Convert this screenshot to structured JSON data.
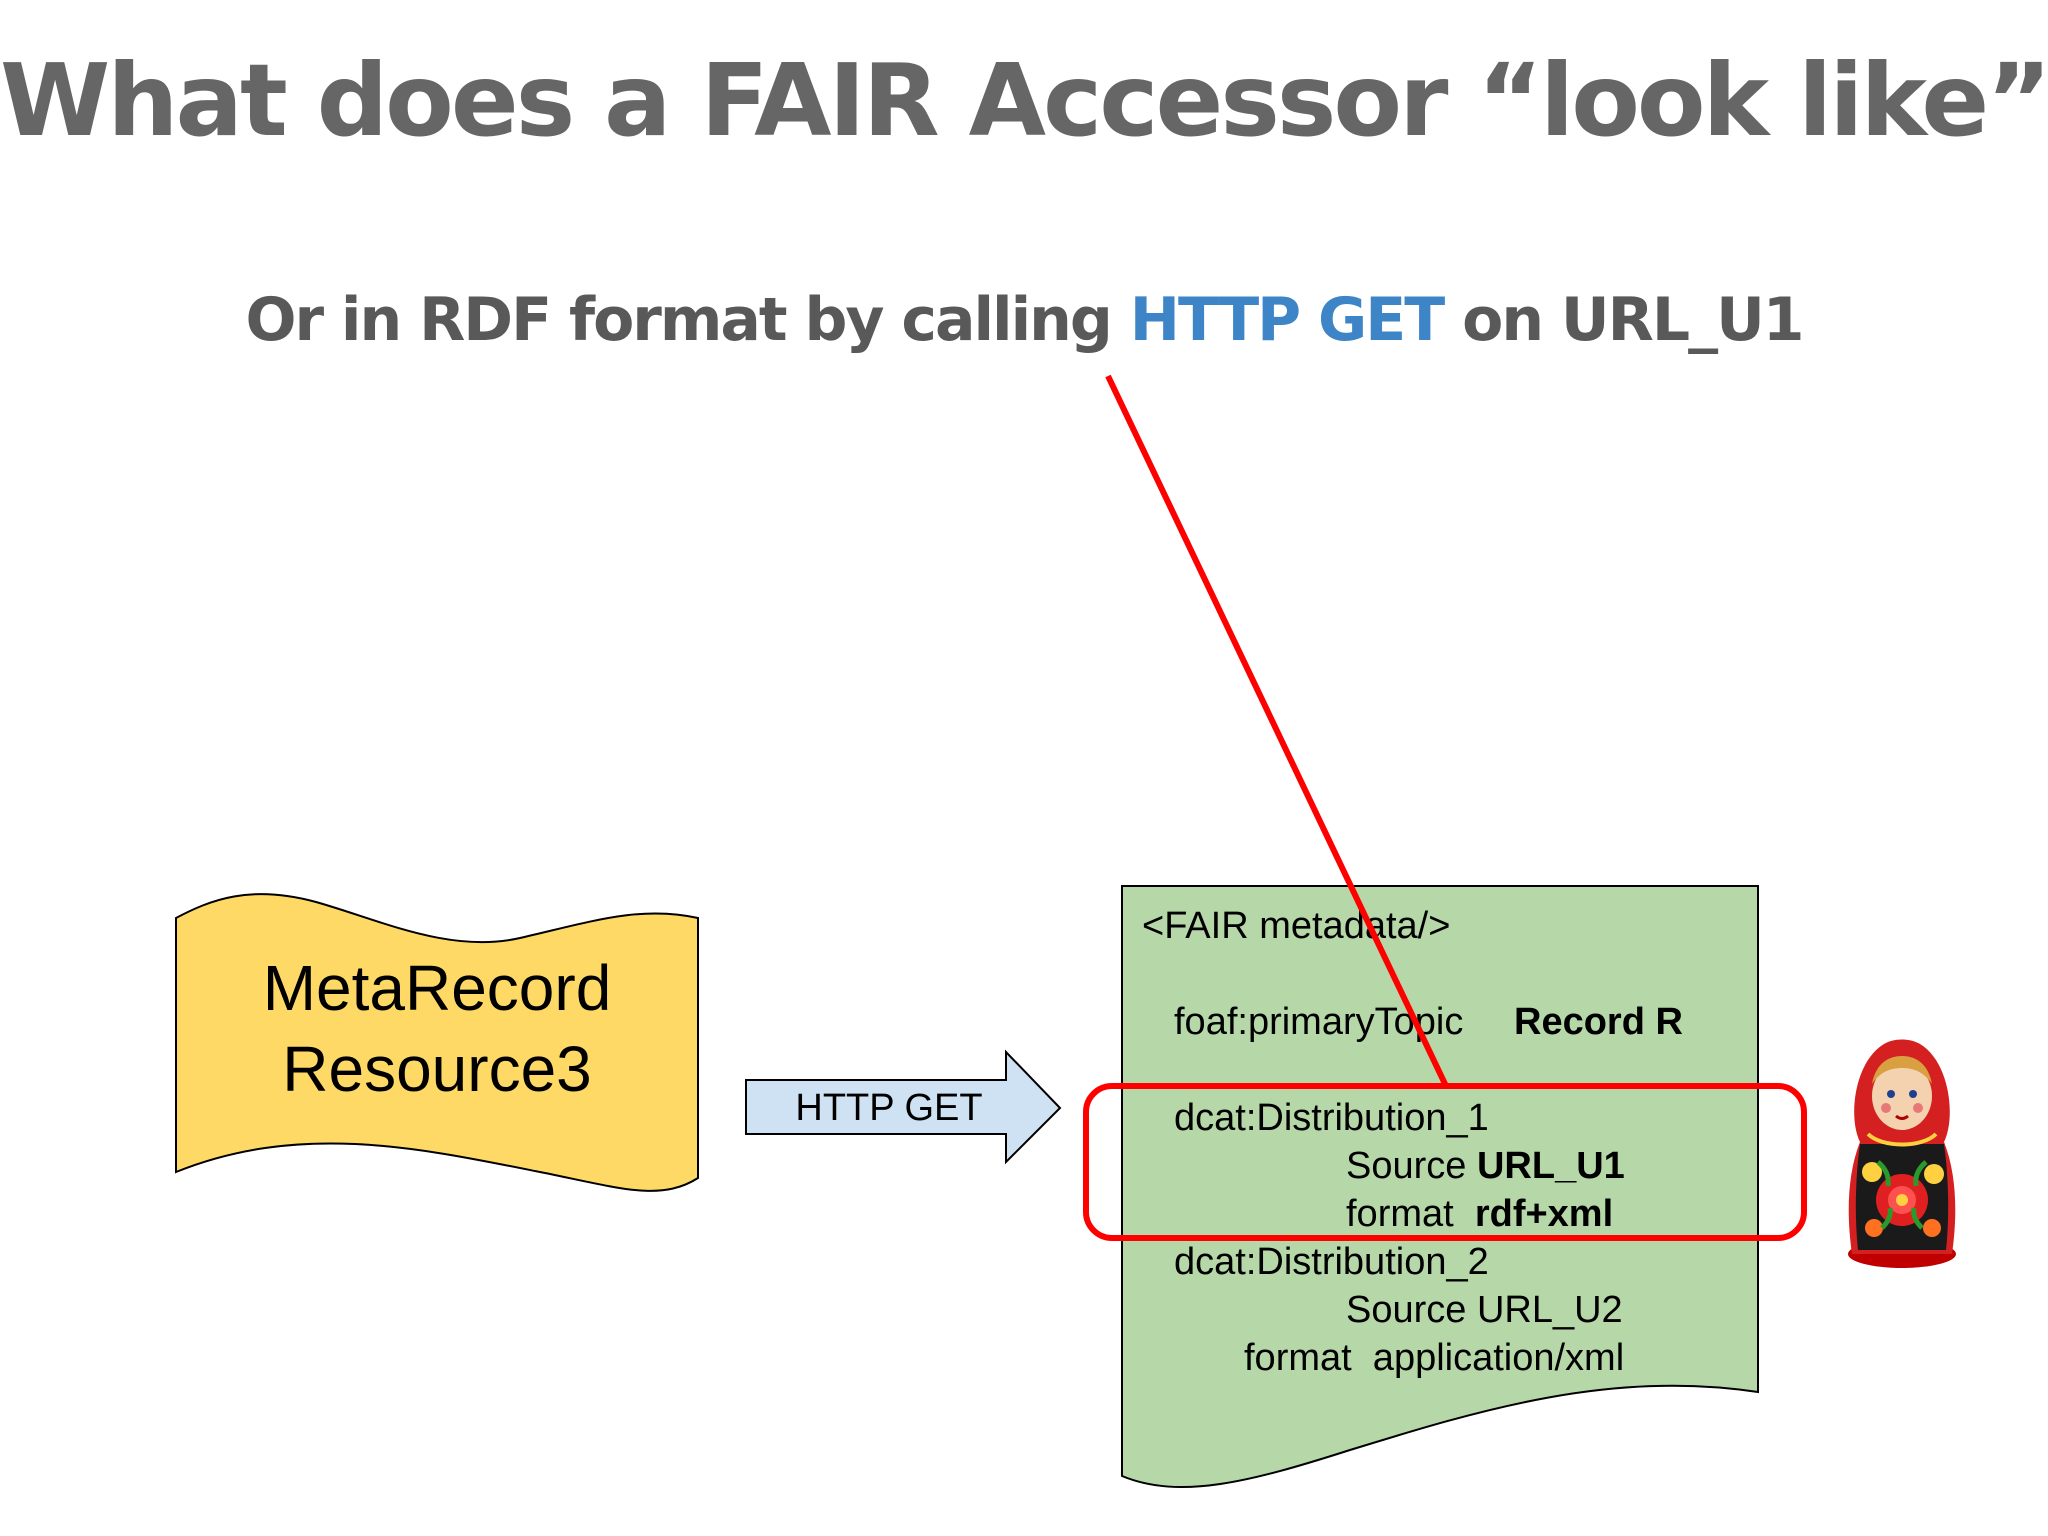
{
  "slide": {
    "title": "What does a FAIR Accessor “look like”?",
    "subtitle": {
      "before": "Or in RDF format by calling ",
      "highlight": "HTTP GET",
      "after": " on URL_U1"
    }
  },
  "metarecord": {
    "line1": "MetaRecord",
    "line2": "Resource3"
  },
  "arrow": {
    "label": "HTTP GET"
  },
  "metadata_doc": {
    "header": "<FAIR metadata/>",
    "primary_topic_key": "foaf:primaryTopic",
    "primary_topic_value": "Record R",
    "distribution1": "dcat:Distribution_1",
    "dist1_source_key": "Source ",
    "dist1_source_value": "URL_U1",
    "dist1_format_key": "format  ",
    "dist1_format_value": "rdf+xml",
    "distribution2": "dcat:Distribution_2",
    "dist2_source": "Source URL_U2",
    "dist2_format": "format  application/xml"
  },
  "colors": {
    "title": "#666666",
    "subtitle": "#595959",
    "highlight": "#3d85c6",
    "metarecord_fill": "#ffd966",
    "arrow_fill": "#cfe2f3",
    "doc_fill": "#b6d7a8",
    "callout": "#ff0000"
  },
  "icons": {
    "matryoshka": "matryoshka-doll-icon"
  }
}
